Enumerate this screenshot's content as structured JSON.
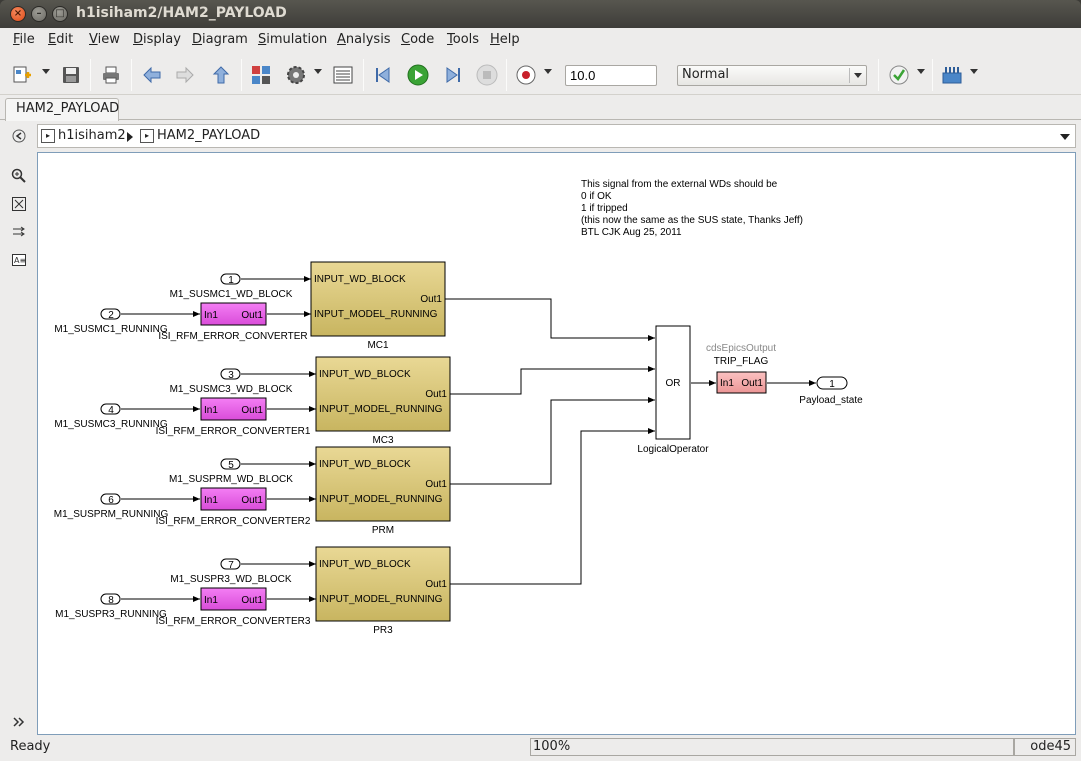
{
  "window": {
    "title": "h1isiham2/HAM2_PAYLOAD"
  },
  "menu": [
    "File",
    "Edit",
    "View",
    "Display",
    "Diagram",
    "Simulation",
    "Analysis",
    "Code",
    "Tools",
    "Help"
  ],
  "toolbar": {
    "icons": [
      "new-model-icon",
      "save-icon",
      "print-icon",
      "back-icon",
      "forward-icon",
      "up-icon",
      "library-browser-icon",
      "model-config-icon",
      "model-explorer-icon",
      "step-back-icon",
      "run-icon",
      "step-forward-icon",
      "stop-icon",
      "record-icon",
      "model-advisor-icon",
      "build-icon"
    ],
    "stop_time": "10.0",
    "sim_mode": "Normal"
  },
  "tabs": [
    {
      "label": "HAM2_PAYLOAD"
    }
  ],
  "breadcrumb": [
    {
      "label": "h1isiham2"
    },
    {
      "label": "HAM2_PAYLOAD"
    }
  ],
  "diagram": {
    "note": [
      "This signal from the external WDs should be",
      "0 if OK",
      "1 if tripped",
      "(this now the same as the SUS state, Thanks Jeff)",
      "BTL CJK Aug 25, 2011"
    ],
    "subsystems": [
      {
        "name": "MC1",
        "wd_port": "1",
        "wd_label": "M1_SUSMC1_WD_BLOCK",
        "run_port": "2",
        "run_label": "M1_SUSMC1_RUNNING",
        "converter": "ISI_RFM_ERROR_CONVERTER"
      },
      {
        "name": "MC3",
        "wd_port": "3",
        "wd_label": "M1_SUSMC3_WD_BLOCK",
        "run_port": "4",
        "run_label": "M1_SUSMC3_RUNNING",
        "converter": "ISI_RFM_ERROR_CONVERTER1"
      },
      {
        "name": "PRM",
        "wd_port": "5",
        "wd_label": "M1_SUSPRM_WD_BLOCK",
        "run_port": "6",
        "run_label": "M1_SUSPRM_RUNNING",
        "converter": "ISI_RFM_ERROR_CONVERTER2"
      },
      {
        "name": "PR3",
        "wd_port": "7",
        "wd_label": "M1_SUSPR3_WD_BLOCK",
        "run_port": "8",
        "run_label": "M1_SUSPR3_RUNNING",
        "converter": "ISI_RFM_ERROR_CONVERTER3"
      }
    ],
    "block_ports": {
      "in_wd": "INPUT_WD_BLOCK",
      "in_run": "INPUT_MODEL_RUNNING",
      "out": "Out1",
      "conv_in": "In1",
      "conv_out": "Out1"
    },
    "logical": {
      "op": "OR",
      "name": "LogicalOperator"
    },
    "epics": {
      "type": "cdsEpicsOutput",
      "name": "TRIP_FLAG",
      "in": "In1",
      "out": "Out1"
    },
    "outport": {
      "port": "1",
      "name": "Payload_state"
    }
  },
  "status": {
    "text": "Ready",
    "zoom": "100%",
    "solver": "ode45"
  }
}
